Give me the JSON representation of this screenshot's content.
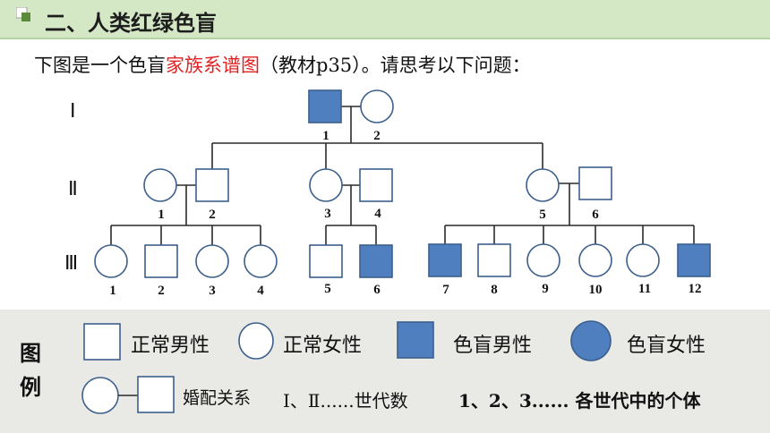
{
  "header": {
    "title": "二、人类红绿色盲"
  },
  "intro": {
    "before": "下图是一个色盲",
    "highlight": "家族系谱图",
    "after": "（教材p35）。请思考以下问题："
  },
  "colors": {
    "affected": "#4f7fbf",
    "stroke": "#3c5f8c",
    "highlight": "#e02222"
  },
  "pedigree": {
    "generations": [
      "Ⅰ",
      "Ⅱ",
      "Ⅲ"
    ],
    "gen1": [
      {
        "num": "1",
        "sex": "male",
        "affected": true
      },
      {
        "num": "2",
        "sex": "female",
        "affected": false
      }
    ],
    "gen2": [
      {
        "num": "1",
        "sex": "female",
        "affected": false
      },
      {
        "num": "2",
        "sex": "male",
        "affected": false
      },
      {
        "num": "3",
        "sex": "female",
        "affected": false
      },
      {
        "num": "4",
        "sex": "male",
        "affected": false
      },
      {
        "num": "5",
        "sex": "female",
        "affected": false
      },
      {
        "num": "6",
        "sex": "male",
        "affected": false
      }
    ],
    "gen3": [
      {
        "num": "1",
        "sex": "female",
        "affected": false
      },
      {
        "num": "2",
        "sex": "male",
        "affected": false
      },
      {
        "num": "3",
        "sex": "female",
        "affected": false
      },
      {
        "num": "4",
        "sex": "female",
        "affected": false
      },
      {
        "num": "5",
        "sex": "male",
        "affected": false
      },
      {
        "num": "6",
        "sex": "male",
        "affected": true
      },
      {
        "num": "7",
        "sex": "male",
        "affected": true
      },
      {
        "num": "8",
        "sex": "male",
        "affected": false
      },
      {
        "num": "9",
        "sex": "female",
        "affected": false
      },
      {
        "num": "10",
        "sex": "female",
        "affected": false
      },
      {
        "num": "11",
        "sex": "female",
        "affected": false
      },
      {
        "num": "12",
        "sex": "male",
        "affected": true
      }
    ]
  },
  "legend": {
    "title": "图例",
    "normal_male": "正常男性",
    "normal_female": "正常女性",
    "affected_male": "色盲男性",
    "affected_female": "色盲女性",
    "marriage": "婚配关系",
    "generations_note": "Ⅰ、Ⅱ......世代数",
    "individuals_note": "1、2、3...... 各世代中的个体"
  }
}
